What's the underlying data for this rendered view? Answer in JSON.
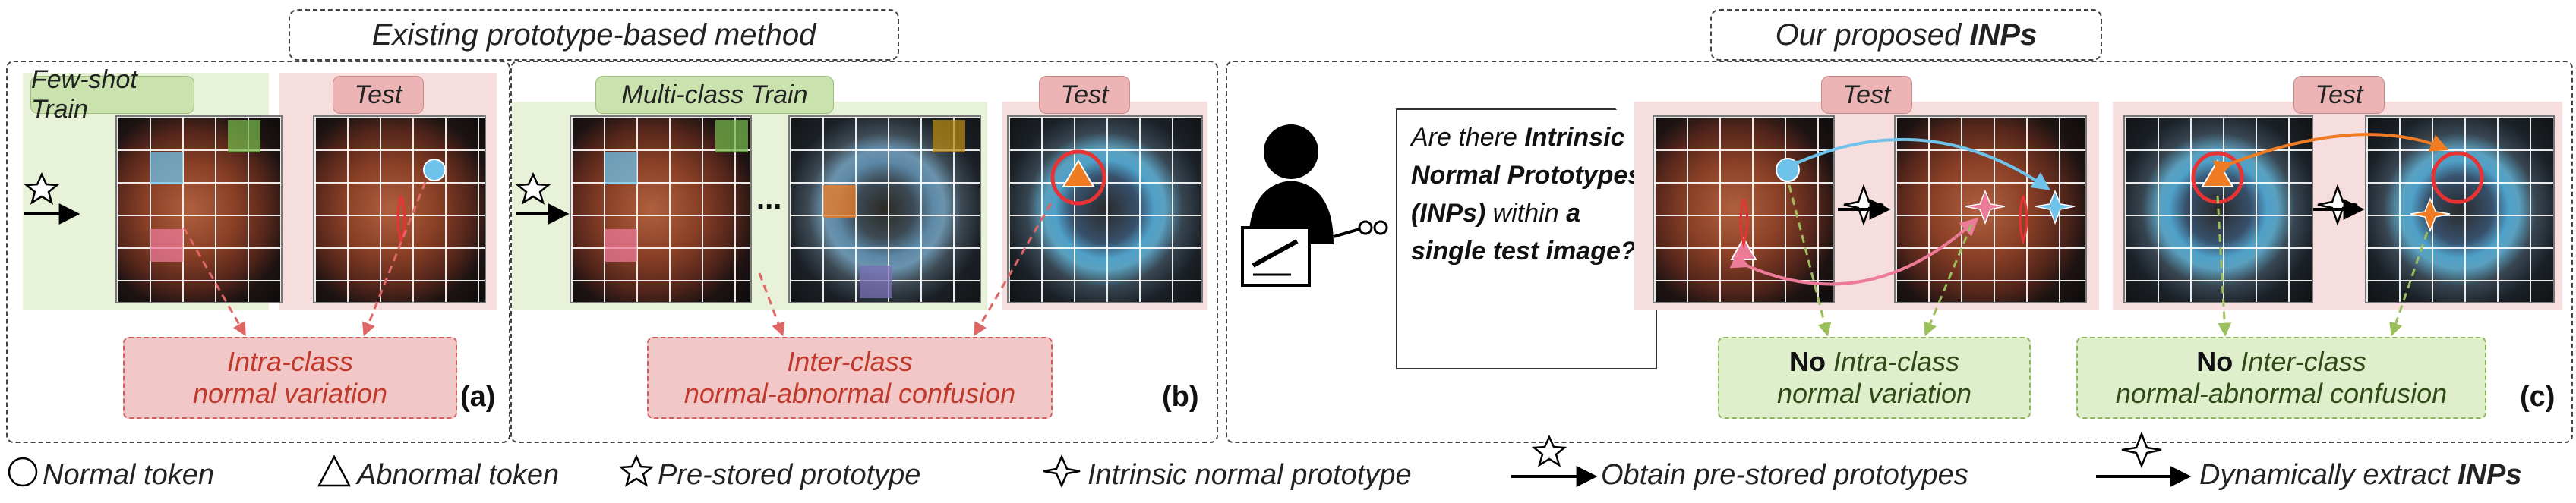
{
  "headers": {
    "existing": "Existing prototype-based method",
    "proposed_prefix": "Our proposed ",
    "proposed_bold": "INPs"
  },
  "tags": {
    "few_shot_train": "Few-shot Train",
    "test": "Test",
    "multi_class_train": "Multi-class Train"
  },
  "panel_labels": {
    "a": "(a)",
    "b": "(b)",
    "c": "(c)"
  },
  "notes": {
    "intra_line1": "Intra-class",
    "intra_line2": "normal variation",
    "inter_line1": "Inter-class",
    "inter_line2": "normal-abnormal confusion",
    "no_word": "No",
    "no_intra_line1": " Intra-class",
    "no_intra_line2": "normal variation",
    "no_inter_line1": " Inter-class",
    "no_inter_line2": "normal-abnormal confusion"
  },
  "question": {
    "p1": "Are there ",
    "p2": "Intrinsic Normal Prototypes (INPs)",
    "p3": " within ",
    "p4": "a single test image",
    "p5": "?"
  },
  "ellipsis": "...",
  "legend": {
    "normal_token": "Normal token",
    "abnormal_token": "Abnormal token",
    "pre_stored_prototype": "Pre-stored prototype",
    "intrinsic_normal_prototype": "Intrinsic normal prototype",
    "obtain_pre_stored": "Obtain pre-stored prototypes",
    "dynamic_prefix": "Dynamically extract ",
    "dynamic_bold": "INPs"
  },
  "colors": {
    "green_zone": "#e7f2d9",
    "pink_zone": "#f6dede",
    "token_blue": "#6fc3ea",
    "token_pink": "#ec7b98",
    "token_orange": "#ef7b22",
    "token_green": "#76b54b",
    "token_gold": "#b48a16",
    "token_purple": "#7b6fb5",
    "arrow_red": "#e06666",
    "arrow_green": "#9bbf5a"
  }
}
